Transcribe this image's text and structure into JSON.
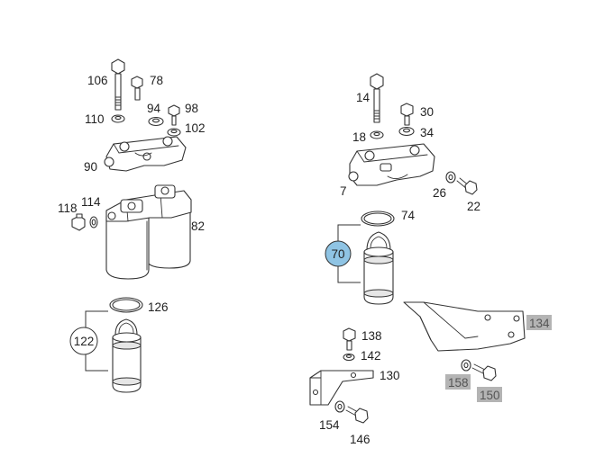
{
  "callouts": {
    "p106": "106",
    "p78": "78",
    "p94": "94",
    "p98": "98",
    "p110": "110",
    "p102": "102",
    "p90": "90",
    "p118": "118",
    "p114": "114",
    "p82": "82",
    "p126": "126",
    "p122": "122",
    "p14": "14",
    "p30": "30",
    "p18": "18",
    "p34": "34",
    "p7": "7",
    "p26": "26",
    "p22": "22",
    "p74": "74",
    "p70": "70",
    "p138": "138",
    "p142": "142",
    "p130": "130",
    "p154": "154",
    "p146": "146",
    "p134": "134",
    "p158": "158",
    "p150": "150"
  },
  "colors": {
    "selected_callout_fill": "#8fc4e4",
    "highlight_box": "#b4b4b4",
    "line": "#333333"
  }
}
